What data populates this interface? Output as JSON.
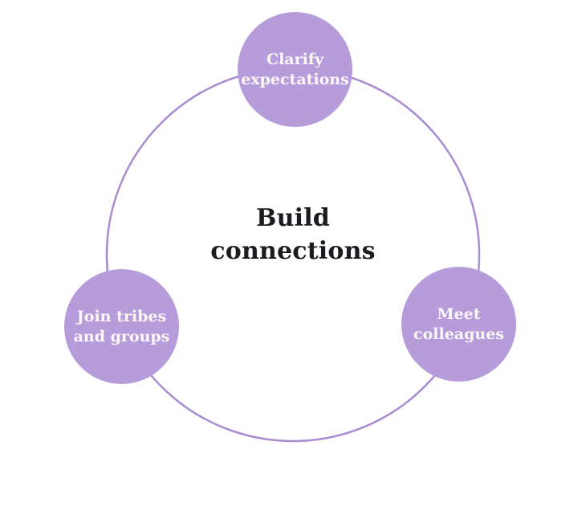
{
  "diagram": {
    "center": {
      "title": "Build connections"
    },
    "nodes": [
      {
        "id": "clarify-expectations",
        "label": "Clarify expectations",
        "position": "top"
      },
      {
        "id": "meet-colleagues",
        "label": "Meet colleagues",
        "position": "right"
      },
      {
        "id": "join-tribes-groups",
        "label": "Join tribes and groups",
        "position": "left"
      }
    ],
    "colors": {
      "node_fill": "#b69cda",
      "ring_stroke": "#a98bd2",
      "node_text": "#faf8f6",
      "center_text": "#1e1b20",
      "background": "#ffffff"
    }
  }
}
